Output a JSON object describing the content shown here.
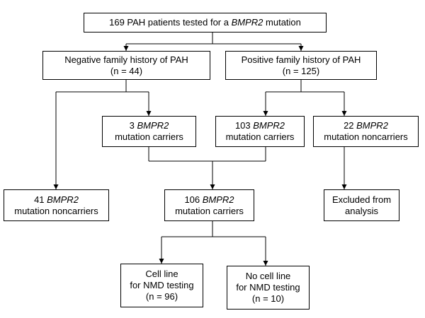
{
  "boxes": {
    "root": {
      "count": "169",
      "pre": " PAH patients tested for a ",
      "gene": "BMPR2",
      "post": " mutation"
    },
    "neg_history": {
      "line1": "Negative family history of PAH",
      "line2": "(n = 44)"
    },
    "pos_history": {
      "line1": "Positive family history of PAH",
      "line2": "(n = 125)"
    },
    "neg_carriers": {
      "count": "3 ",
      "gene": "BMPR2",
      "line2": "mutation carriers"
    },
    "pos_carriers": {
      "count": "103 ",
      "gene": "BMPR2",
      "line2": "mutation carriers"
    },
    "pos_noncarriers": {
      "count": "22 ",
      "gene": "BMPR2",
      "line2": "mutation noncarriers"
    },
    "neg_noncarriers": {
      "count": "41 ",
      "gene": "BMPR2",
      "line2": "mutation noncarriers"
    },
    "total_carriers": {
      "count": "106 ",
      "gene": "BMPR2",
      "line2": "mutation carriers"
    },
    "excluded": {
      "line1": "Excluded from",
      "line2": "analysis"
    },
    "cell_line": {
      "line1": "Cell line",
      "line2": "for NMD testing",
      "line3": "(n = 96)"
    },
    "no_cell_line": {
      "line1": "No cell line",
      "line2": "for NMD testing",
      "line3": "(n = 10)"
    }
  }
}
